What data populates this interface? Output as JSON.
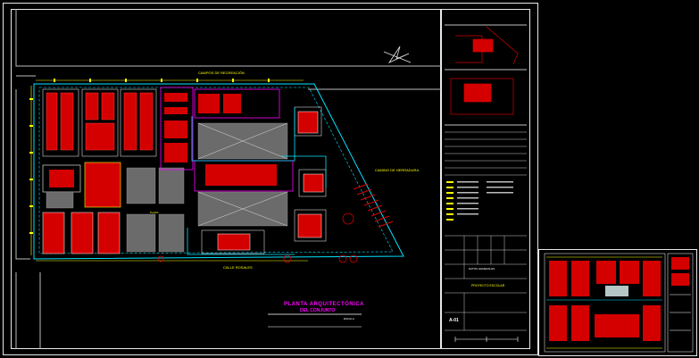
{
  "drawing": {
    "main_sheet": {
      "street_top": "CAMPOS DE RECREACIÓN",
      "street_right": "CAMINO DE HERRADURA",
      "street_bottom": "CALLE ROSALES",
      "plan_title": "PLANTA ARQUITECTÓNICA",
      "plan_subtitle": "DEL CONJUNTO",
      "scale_label": "ESCALA",
      "patio_label": "PLAZA"
    },
    "title_block": {
      "header": "DATOS GENERALES",
      "project": "PROYECTO ESCOLAR",
      "sheet_code": "A-01"
    },
    "colors": {
      "background": "#000000",
      "frame": "#e8e8e8",
      "walls": "#ff0000",
      "dims": "#ffff00",
      "lines": "#00ffff",
      "accent": "#ff00ff"
    }
  }
}
